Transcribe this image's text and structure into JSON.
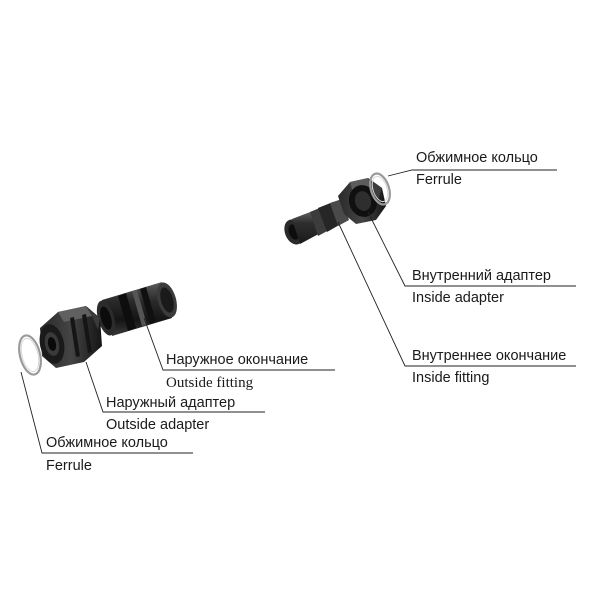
{
  "right_assembly": {
    "ferrule": {
      "ru": "Обжимное кольцо",
      "en": "Ferrule"
    },
    "inside_adapter": {
      "ru": "Внутренний адаптер",
      "en": "Inside adapter"
    },
    "inside_fitting": {
      "ru": "Внутреннее окончание",
      "en": "Inside fitting"
    }
  },
  "left_assembly": {
    "outside_fitting": {
      "ru": "Наружное окончание",
      "en": "Outside fitting"
    },
    "outside_adapter": {
      "ru": "Наружный адаптер",
      "en": "Outside adapter"
    },
    "ferrule": {
      "ru": "Обжимное кольцо",
      "en": "Ferrule"
    }
  },
  "colors": {
    "part_dark": "#1c1c1c",
    "part_mid": "#3a3a3a",
    "part_light": "#7a7a7a",
    "ring": "#bfbfbf",
    "leader_line": "#222222"
  }
}
